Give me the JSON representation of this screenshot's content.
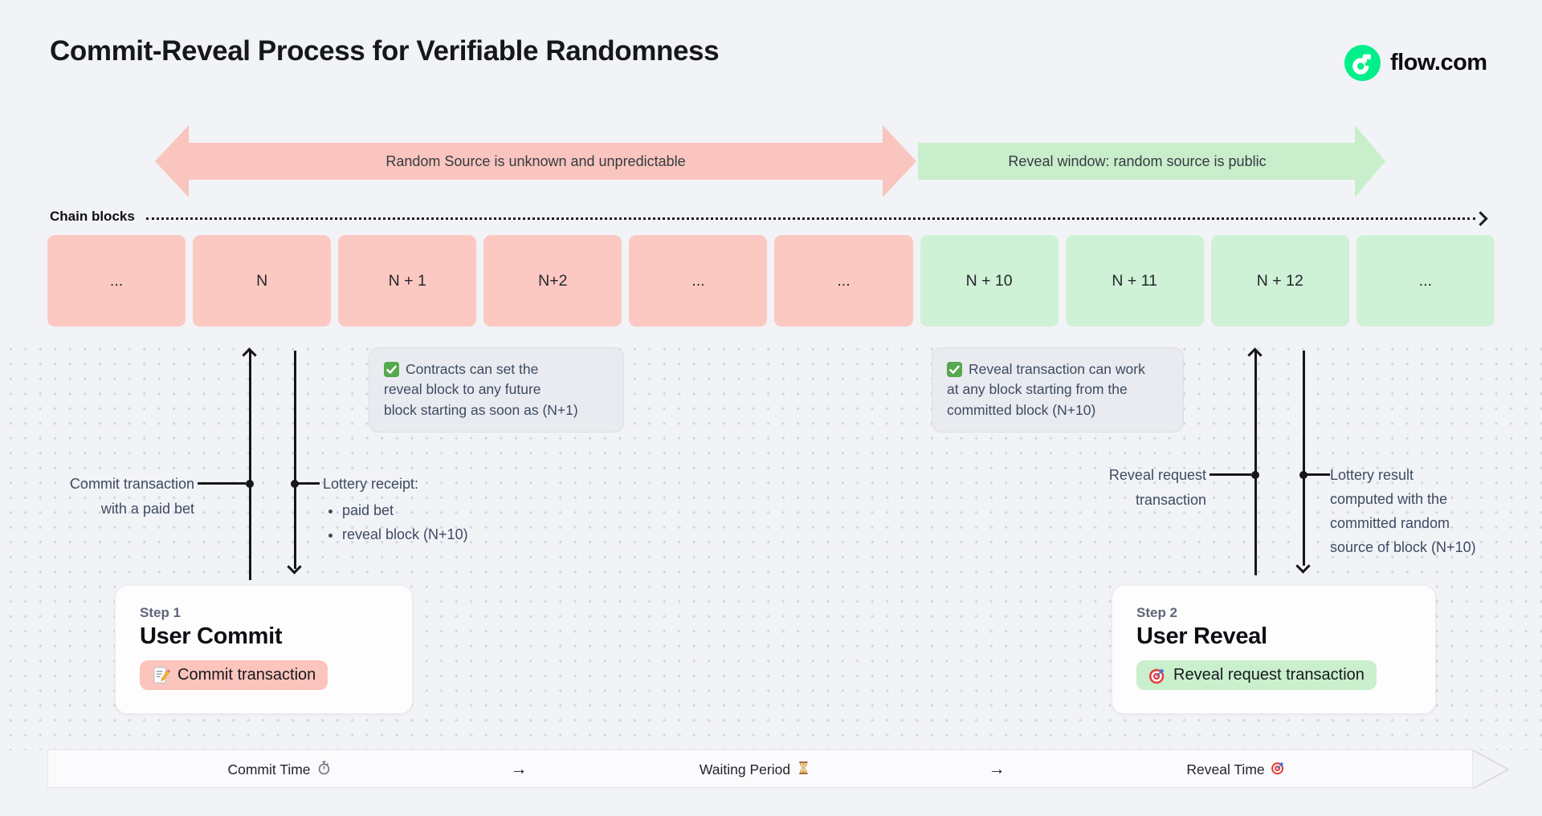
{
  "page": {
    "title": "Commit-Reveal Process for Verifiable Randomness"
  },
  "brand": {
    "name": "flow.com",
    "logo_icon": "flow-logo-icon",
    "logo_color": "#00ef8b"
  },
  "phase_arrows": {
    "unknown": {
      "label": "Random Source is unknown and unpredictable",
      "color": "#f9c5be",
      "direction": "double"
    },
    "reveal": {
      "label": "Reveal window: random source is public",
      "color": "#c9eecb",
      "direction": "right"
    }
  },
  "chain": {
    "label": "Chain blocks",
    "commit_color": "#fbc9c2",
    "reveal_color": "#cff1d6",
    "blocks": [
      {
        "label": "...",
        "phase": "commit"
      },
      {
        "label": "N",
        "phase": "commit"
      },
      {
        "label": "N + 1",
        "phase": "commit"
      },
      {
        "label": "N+2",
        "phase": "commit"
      },
      {
        "label": "...",
        "phase": "commit"
      },
      {
        "label": "...",
        "phase": "commit"
      },
      {
        "label": "N + 10",
        "phase": "reveal"
      },
      {
        "label": "N + 11",
        "phase": "reveal"
      },
      {
        "label": "N + 12",
        "phase": "reveal"
      },
      {
        "label": "...",
        "phase": "reveal"
      }
    ]
  },
  "notes": [
    {
      "icon": "check-icon",
      "lines": [
        "Contracts can set the",
        "reveal block to any future",
        "block starting as soon as (N+1)"
      ]
    },
    {
      "icon": "check-icon",
      "lines": [
        "Reveal transaction can work",
        "at any block starting from the",
        "committed block (N+10)"
      ]
    }
  ],
  "commit_flow": {
    "up_label": {
      "line1": "Commit transaction",
      "line2": "with a paid bet"
    },
    "receipt": {
      "title": "Lottery receipt:",
      "bullets": [
        "paid bet",
        "reveal block (N+10)"
      ]
    }
  },
  "reveal_flow": {
    "up_label": {
      "line1": "Reveal request",
      "line2": "transaction"
    },
    "result": {
      "lines": [
        "Lottery result",
        "computed with the",
        "committed random",
        "source of block (N+10)"
      ]
    }
  },
  "steps": [
    {
      "step_label": "Step 1",
      "title": "User Commit",
      "action": "Commit transaction",
      "action_icon": "memo-icon",
      "action_color": "#fbc4bc"
    },
    {
      "step_label": "Step 2",
      "title": "User Reveal",
      "action": "Reveal request transaction",
      "action_icon": "target-icon",
      "action_color": "#c9efcd"
    }
  ],
  "timeline": {
    "separator": "→",
    "items": [
      {
        "label": "Commit Time",
        "icon": "stopwatch-icon"
      },
      {
        "label": "Waiting Period",
        "icon": "hourglass-icon"
      },
      {
        "label": "Reveal Time",
        "icon": "target-icon"
      }
    ]
  }
}
